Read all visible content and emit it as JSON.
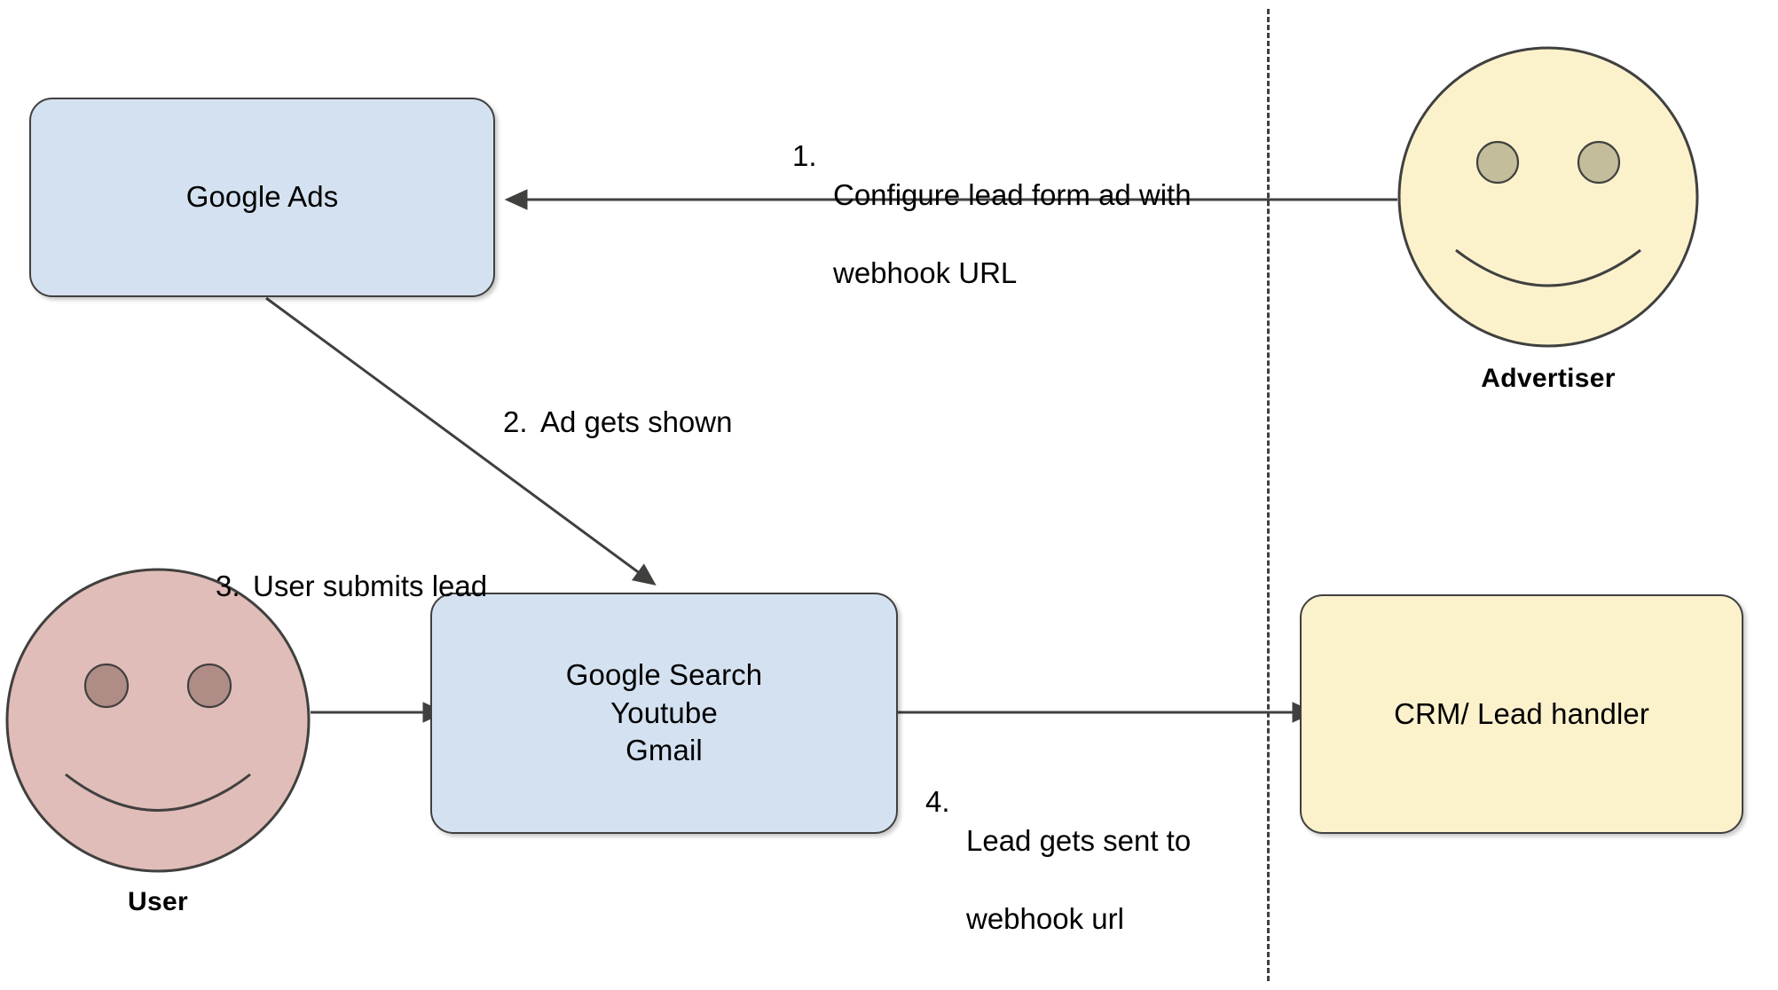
{
  "diagram": {
    "title": "Google Ads lead form webhook flow",
    "colors": {
      "box_blue": "#d4e1f0",
      "box_cream": "#fbf2cc",
      "face_advertiser": "#fbf2cc",
      "face_advertiser_eye": "#c3bd9b",
      "face_user": "#e0bdb8",
      "face_user_eye": "#b08c87",
      "stroke": "#40403f",
      "divider": "#3f3f3f",
      "background": "#ffffff"
    },
    "nodes": {
      "google_ads": {
        "label": "Google Ads",
        "shape": "rounded-rectangle",
        "fill": "#d4e1f0"
      },
      "google_surfaces": {
        "label": "Google Search\nYoutube\nGmail",
        "line1": "Google Search",
        "line2": "Youtube",
        "line3": "Gmail",
        "shape": "rounded-rectangle",
        "fill": "#d4e1f0"
      },
      "crm": {
        "label": "CRM/ Lead handler",
        "shape": "rounded-rectangle",
        "fill": "#fbf2cc"
      },
      "advertiser": {
        "label": "Advertiser",
        "shape": "actor-smiley",
        "fill": "#fbf2cc"
      },
      "user": {
        "label": "User",
        "shape": "actor-smiley",
        "fill": "#e0bdb8"
      }
    },
    "edges": [
      {
        "id": "step-1",
        "number": "1.",
        "text": "Configure lead form ad with\nwebhook URL",
        "line1": "Configure lead form ad with",
        "line2": "webhook URL",
        "from": "advertiser",
        "to": "google_ads",
        "direction": "left"
      },
      {
        "id": "step-2",
        "number": "2.",
        "text": "Ad gets shown",
        "line1": "Ad gets shown",
        "line2": "",
        "from": "google_ads",
        "to": "google_surfaces",
        "direction": "down-right"
      },
      {
        "id": "step-3",
        "number": "3.",
        "text": "User submits lead",
        "line1": "User submits lead",
        "line2": "",
        "from": "user",
        "to": "google_surfaces",
        "direction": "right"
      },
      {
        "id": "step-4",
        "number": "4.",
        "text": "Lead gets sent to\nwebhook url",
        "line1": "Lead gets sent to",
        "line2": "webhook url",
        "from": "google_surfaces",
        "to": "crm",
        "direction": "right"
      }
    ],
    "divider": {
      "style": "dashed",
      "orientation": "vertical"
    }
  }
}
